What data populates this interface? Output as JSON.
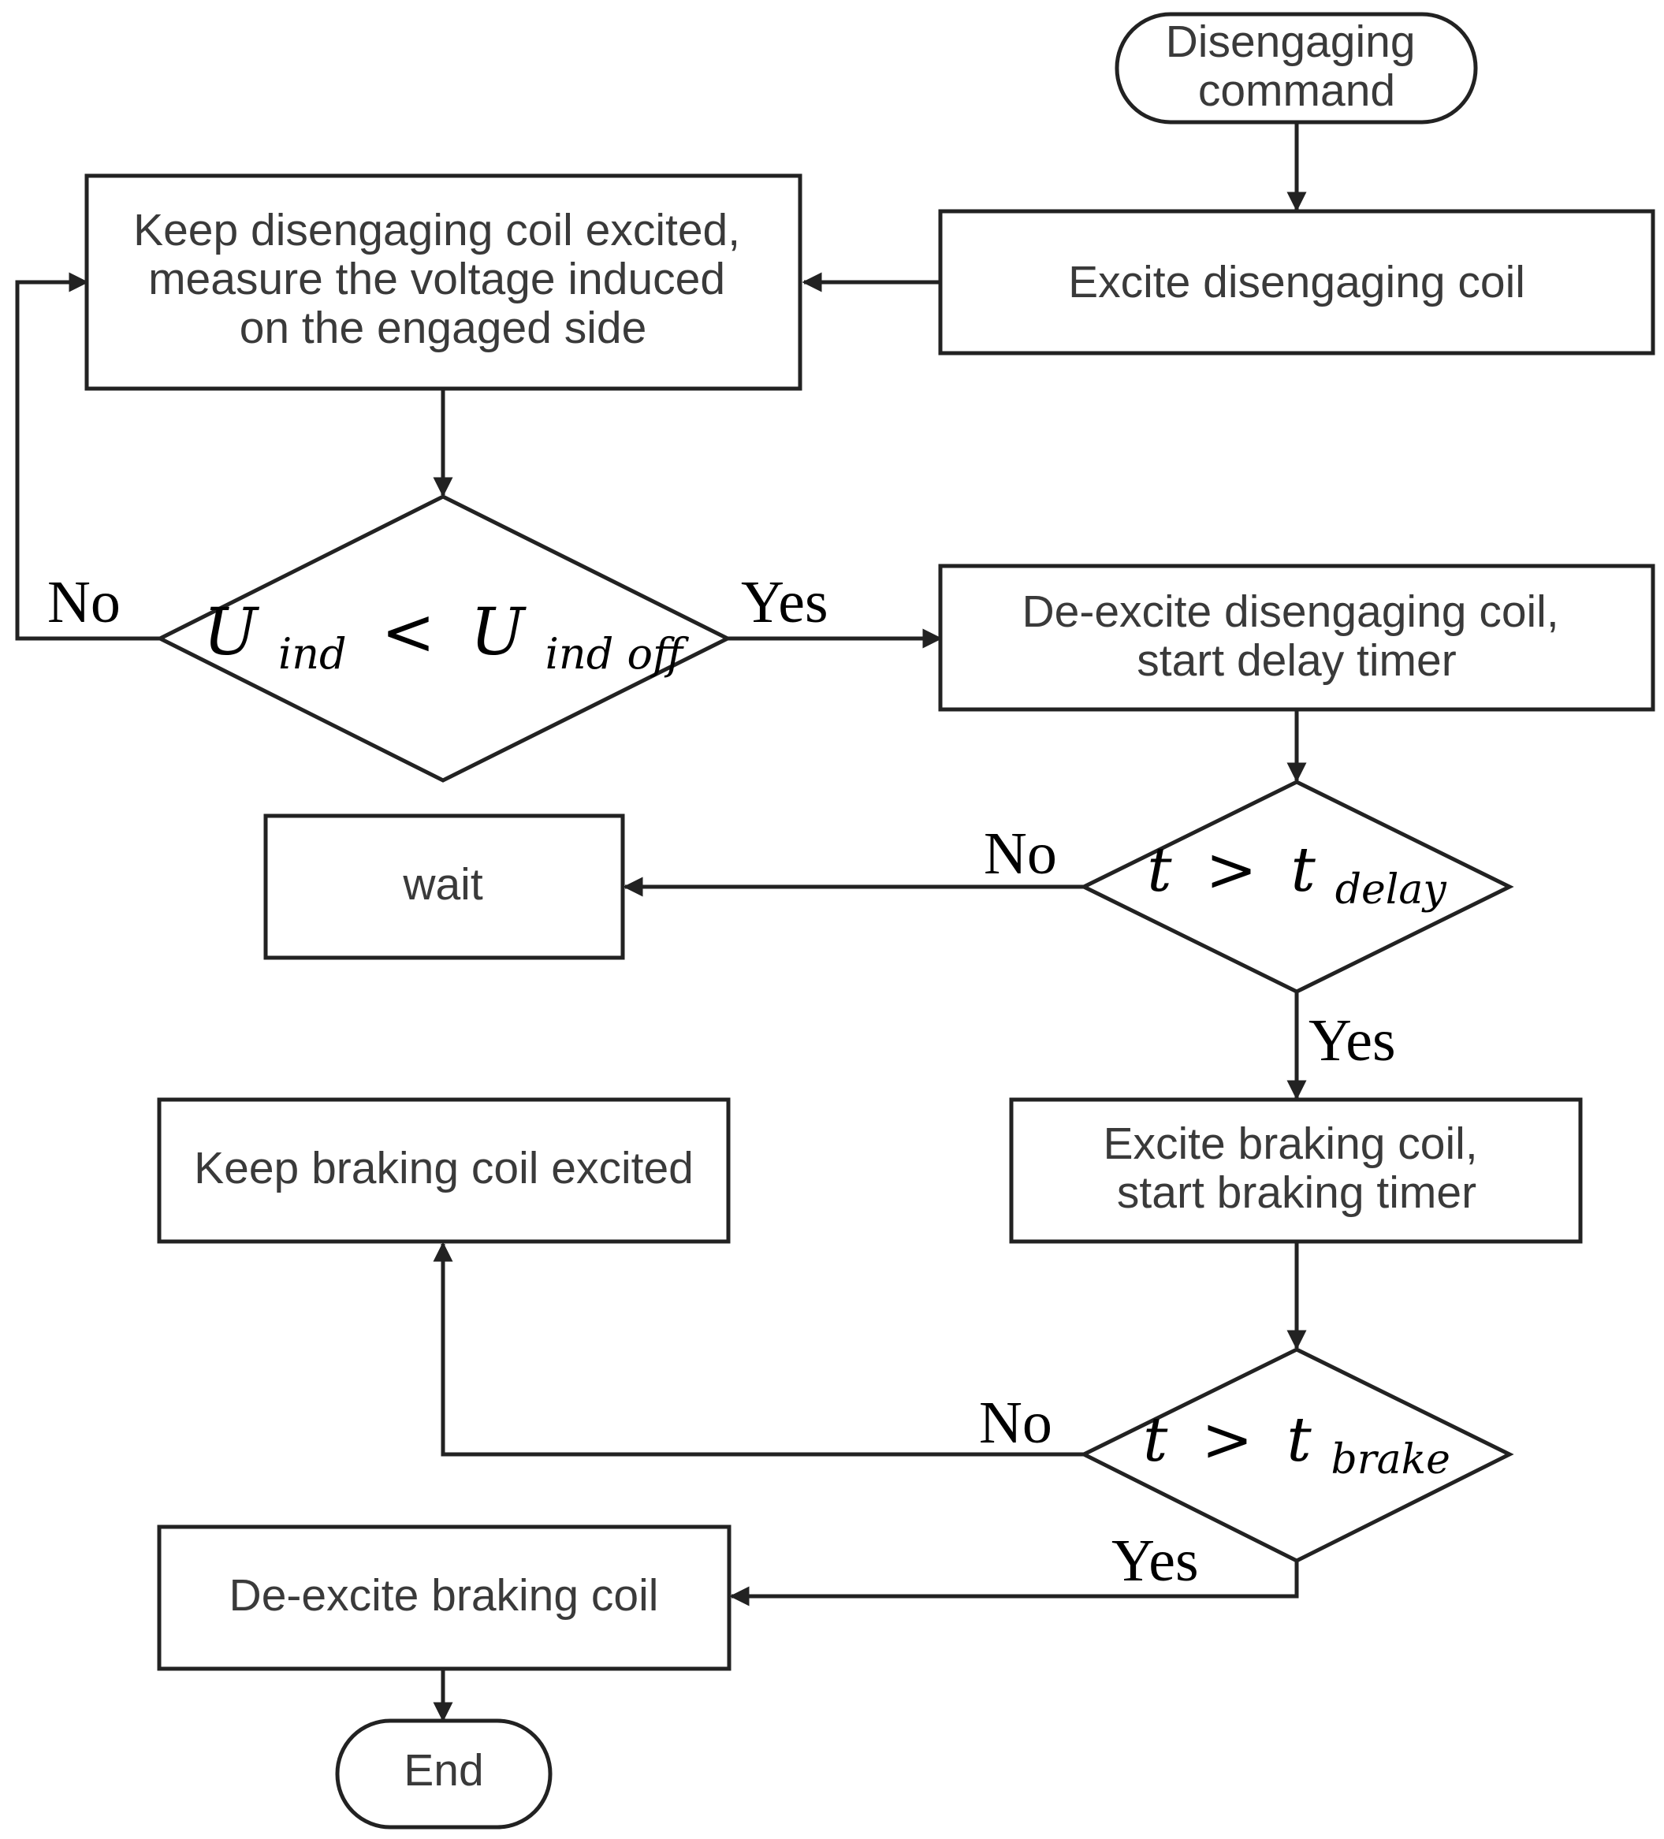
{
  "nodes": {
    "start": {
      "lines": [
        "Disengaging",
        "command"
      ]
    },
    "excite_disengaging": {
      "lines": [
        "Excite disengaging coil"
      ]
    },
    "keep_disengaging": {
      "lines": [
        "Keep disengaging coil excited,",
        "measure the voltage induced",
        "on the engaged side"
      ]
    },
    "decision_u": {
      "lhs_var": "U",
      "lhs_sub": "ind",
      "op": "<",
      "rhs_var": "U",
      "rhs_sub": "ind off"
    },
    "deexcite_disengaging": {
      "lines": [
        "De-excite disengaging coil,",
        "start delay timer"
      ]
    },
    "decision_delay": {
      "lhs_var": "t",
      "op": ">",
      "rhs_var": "t",
      "rhs_sub": "delay"
    },
    "wait": {
      "lines": [
        "wait"
      ]
    },
    "excite_braking": {
      "lines": [
        "Excite braking coil,",
        "start braking timer"
      ]
    },
    "keep_braking": {
      "lines": [
        "Keep braking coil excited"
      ]
    },
    "decision_brake": {
      "lhs_var": "t",
      "op": ">",
      "rhs_var": "t",
      "rhs_sub": "brake"
    },
    "deexcite_braking": {
      "lines": [
        "De-excite braking coil"
      ]
    },
    "end": {
      "lines": [
        "End"
      ]
    }
  },
  "branches": {
    "u_no": "No",
    "u_yes": "Yes",
    "delay_no": "No",
    "delay_yes": "Yes",
    "brake_no": "No",
    "brake_yes": "Yes"
  },
  "colors": {
    "stroke": "#222222",
    "box_text": "#3a3a3a",
    "label_text": "#000000"
  }
}
